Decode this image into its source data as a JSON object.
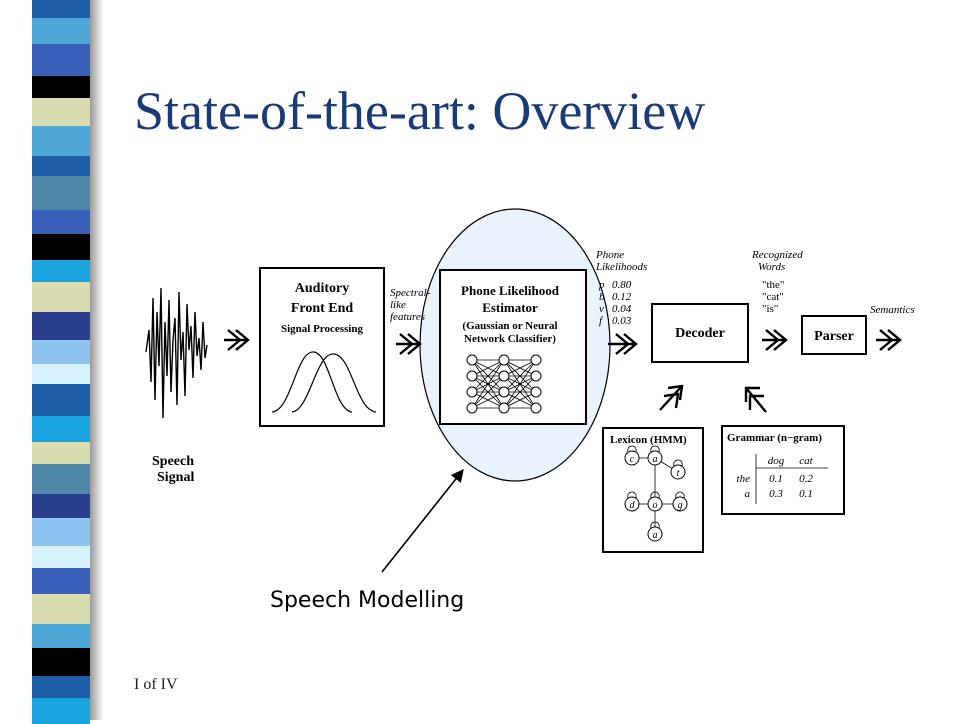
{
  "slide": {
    "title": "State-of-the-art: Overview",
    "footer": "I of IV",
    "callout": "Speech Modelling"
  },
  "diagram": {
    "signal_label_1": "Speech",
    "signal_label_2": "Signal",
    "frontend": {
      "title_1": "Auditory",
      "title_2": "Front End",
      "subtitle": "Signal Processing"
    },
    "features_label_1": "Spectral-",
    "features_label_2": "like",
    "features_label_3": "features",
    "estimator": {
      "title_1": "Phone Likelihood",
      "title_2": "Estimator",
      "sub_1": "(Gaussian or Neural",
      "sub_2": "Network Classifier)"
    },
    "phone_likelihoods_1": "Phone",
    "phone_likelihoods_2": "Likelihoods",
    "phones": [
      {
        "phone": "p",
        "value": "0.80"
      },
      {
        "phone": "b",
        "value": "0.12"
      },
      {
        "phone": "v",
        "value": "0.04"
      },
      {
        "phone": "f",
        "value": "0.03"
      }
    ],
    "decoder": "Decoder",
    "recognized_1": "Recognized",
    "recognized_2": "Words",
    "words": [
      "\"the\"",
      "\"cat\"",
      "\"is\""
    ],
    "parser": "Parser",
    "semantics": "Semantics",
    "lexicon": {
      "title": "Lexicon (HMM)",
      "nodes": [
        "c",
        "a",
        "t",
        "d",
        "o",
        "g",
        "a"
      ]
    },
    "grammar": {
      "title": "Grammar (n−gram)",
      "columns": [
        "dog",
        "cat"
      ],
      "rows": [
        {
          "word": "the",
          "values": [
            "0.1",
            "0.2"
          ]
        },
        {
          "word": "a",
          "values": [
            "0.3",
            "0.1"
          ]
        }
      ]
    }
  },
  "colors": {
    "title": "#1a3a78",
    "highlight_fill": "#eaf2fb",
    "stripes": [
      "#1e5fa8",
      "#4fa8d8",
      "#3a5fb8",
      "#000000",
      "#d8dcae",
      "#4e86a8",
      "#1aa5e0",
      "#2b3f8e",
      "#8fc3f0",
      "#d6f2ff"
    ]
  }
}
